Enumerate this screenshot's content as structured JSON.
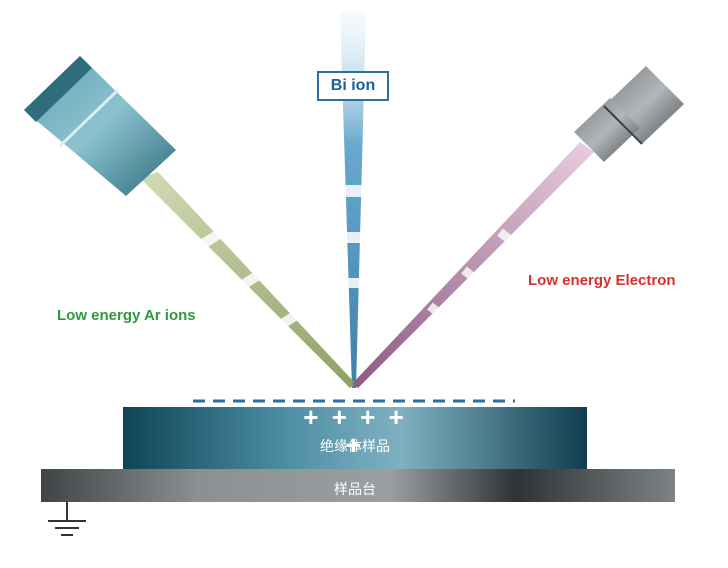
{
  "beams": {
    "bi_label": "Bi ion",
    "ar_label": "Low energy Ar ions",
    "electron_label": "Low energy Electron"
  },
  "sample": {
    "charges": "+ + + + +",
    "insulator_label": "绝缘体样品",
    "stage_label": "样品台"
  },
  "colors": {
    "bi_beam": "#6aa9cf",
    "ar_beam": "#9fb07a",
    "electron_beam": "#9a6a8e",
    "sample": "#1f5f74",
    "stage": "#5b5f62",
    "negative_charge": "#2b6f9e"
  }
}
